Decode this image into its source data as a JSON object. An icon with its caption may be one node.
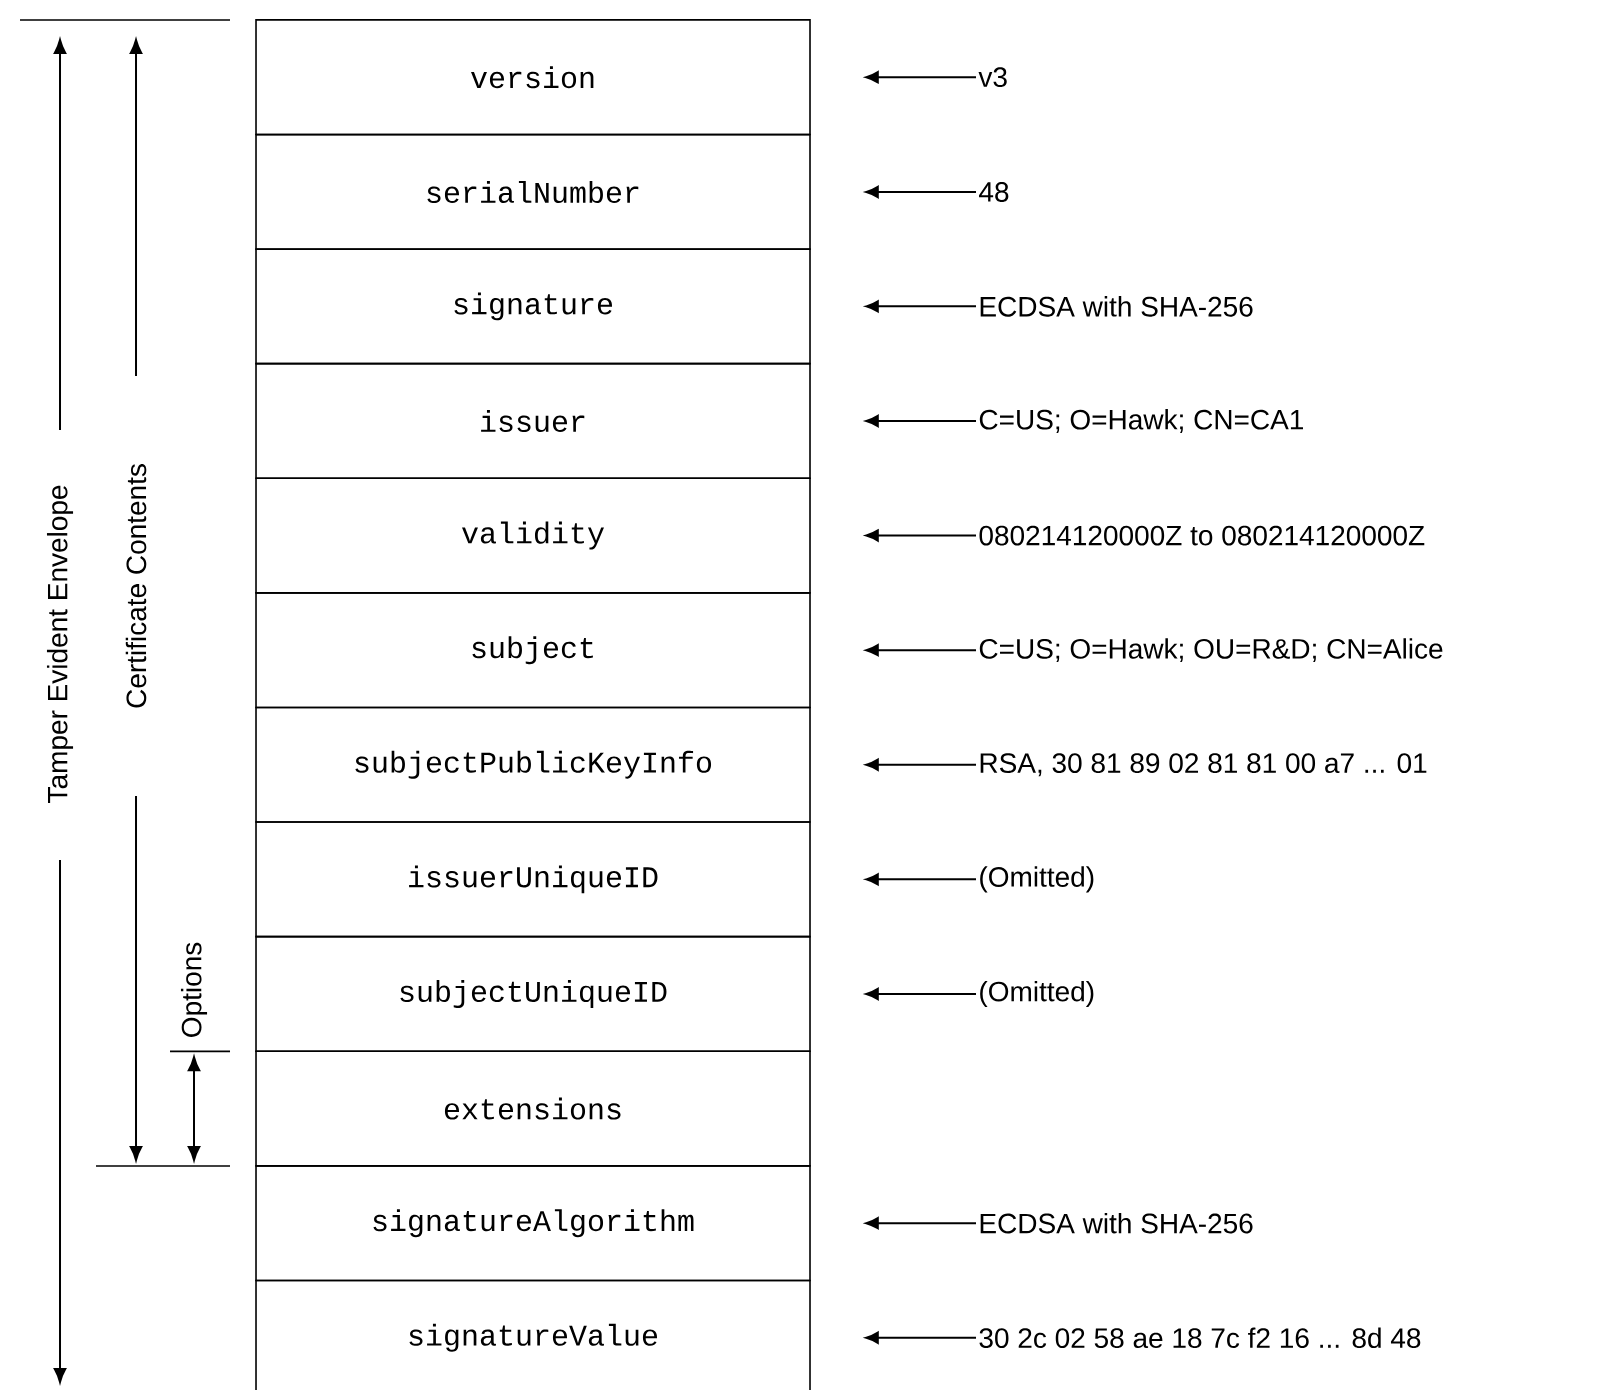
{
  "diagram": {
    "nodes": [
      {
        "text": [
          "version"
        ]
      },
      {
        "text": [
          "serialNumber"
        ]
      },
      {
        "text": [
          "signature"
        ]
      },
      {
        "text": [
          "issuer"
        ]
      },
      {
        "text": [
          "validity"
        ]
      },
      {
        "text": [
          "subject"
        ]
      },
      {
        "text": [
          "subjectPublicKeyInfo"
        ]
      },
      {
        "text": [
          "issuerUniqueID"
        ]
      },
      {
        "text": [
          "subjectUniqueID"
        ]
      },
      {
        "text": [
          "extensions"
        ]
      },
      {
        "text": [
          "signatureAlgorithm"
        ]
      },
      {
        "text": [
          "signatureValue"
        ]
      },
      {
        "text": [
          "v3"
        ]
      },
      {
        "text": [
          "48"
        ]
      },
      {
        "text": [
          "ECDSA with SHA-256"
        ]
      },
      {
        "text": [
          "C=US; O=Hawk; CN=CA1"
        ]
      },
      {
        "text": [
          "080214120000Z to 080214120000Z"
        ]
      },
      {
        "text": [
          "C=US; O=Hawk; OU=R&D; CN=Alice"
        ]
      },
      {
        "text": [
          "RSA, 30 81 89 02 81 81 00 a7 ... 01"
        ]
      },
      {
        "text": [
          "(Omitted)"
        ]
      },
      {
        "text": [
          "(Omitted)"
        ]
      },
      {
        "text": [
          "ECDSA with SHA-256"
        ]
      },
      {
        "text": [
          "30 2c 02 58 ae 18 7c f2 16 ... 8d 48"
        ]
      }
    ],
    "edges": [
      {
        "from": 12,
        "to": 0,
        "arrow": "to"
      },
      {
        "from": 13,
        "to": 1,
        "arrow": "to"
      },
      {
        "from": 14,
        "to": 2,
        "arrow": "to"
      },
      {
        "from": 15,
        "to": 3,
        "arrow": "to"
      },
      {
        "from": 16,
        "to": 4,
        "arrow": "to"
      },
      {
        "from": 17,
        "to": 5,
        "arrow": "to"
      },
      {
        "from": 18,
        "to": 6,
        "arrow": "to"
      },
      {
        "from": 19,
        "to": 7,
        "arrow": "to"
      },
      {
        "from": 20,
        "to": 8,
        "arrow": "to"
      },
      {
        "from": 21,
        "to": 10,
        "arrow": "to"
      },
      {
        "from": 22,
        "to": 11,
        "arrow": "to"
      }
    ],
    "labels": [
      "Tamper Evident Envelope",
      "Certificate Contents",
      "Options"
    ]
  }
}
